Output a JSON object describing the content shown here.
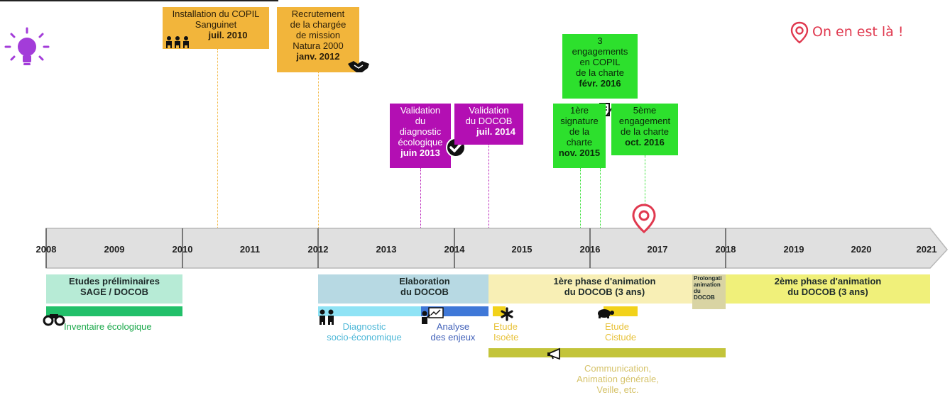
{
  "colors": {
    "orange": "#f2b53b",
    "purple": "#b30fb3",
    "green": "#2de02d",
    "axis": "#e0e0e0",
    "marker": "#e0394f",
    "phase_prelim": "#b7ebd6",
    "phase_elab": "#b7d9e3",
    "phase_anim1": "#f8efb5",
    "phase_prolong": "#d9d4a3",
    "phase_anim2": "#f0f07a"
  },
  "marker": {
    "label": "On en est là !",
    "icon": "location-pin-icon"
  },
  "events": {
    "copil": {
      "line1": "Installation du COPIL",
      "line2": "Sanguinet",
      "date": "juil. 2010",
      "icon": "meeting-people-icon"
    },
    "recruit": {
      "line1": "Recrutement",
      "line2": "de la chargée",
      "line3": "de mission",
      "line4": "Natura 2000",
      "date": "janv. 2012",
      "icon": "handshake-icon"
    },
    "diag": {
      "line1": "Validation",
      "line2": "du",
      "line3": "diagnostic",
      "line4": "écologique",
      "date": "juin 2013",
      "icon": "check-circle-icon"
    },
    "docob": {
      "line1": "Validation",
      "line2": "du DOCOB",
      "date": "juil. 2014"
    },
    "engage3": {
      "line1": "3",
      "line2": "engagements",
      "line3": "en COPIL",
      "line4": "de la charte",
      "date": "févr. 2016",
      "icon": "document-sign-icon"
    },
    "sign1": {
      "line1": "1ère",
      "line2": "signature",
      "line3": "de la",
      "line4": "charte",
      "date": "nov. 2015"
    },
    "engage5": {
      "line1": "5ème",
      "line2": "engagement",
      "line3": "de la charte",
      "date": "oct. 2016"
    }
  },
  "timeline": {
    "years": [
      "2008",
      "2009",
      "2010",
      "2011",
      "2012",
      "2013",
      "2014",
      "2015",
      "2016",
      "2017",
      "2018",
      "2019",
      "2020",
      "2021"
    ]
  },
  "phases": {
    "prelim": {
      "line1": "Etudes préliminaires",
      "line2": "SAGE / DOCOB"
    },
    "elab": {
      "line1": "Elaboration",
      "line2": "du DOCOB"
    },
    "anim1": {
      "line1": "1ère phase d'animation",
      "line2": "du DOCOB (3 ans)"
    },
    "prolong": {
      "line1": "Prolongati",
      "line2": "animation",
      "line3": "du",
      "line4": "DOCOB"
    },
    "anim2": {
      "line1": "2ème phase d'animation",
      "line2": "du DOCOB (3 ans)"
    }
  },
  "activities": {
    "inventaire": {
      "label": "Inventaire écologique",
      "icon": "binoculars-icon",
      "color": "#22c06a",
      "text_color": "#1aa84a"
    },
    "diagnostic": {
      "line1": "Diagnostic",
      "line2": "socio-économique",
      "icon": "people-icon",
      "color": "#8fe3f5",
      "text_color": "#4fb8d8"
    },
    "analyse": {
      "line1": "Analyse",
      "line2": "des enjeux",
      "icon": "presentation-icon",
      "color": "#3f78d8",
      "text_color": "#3f5fb8"
    },
    "isoete": {
      "line1": "Etude",
      "line2": "Isoète",
      "icon": "asterisk-plant-icon",
      "color": "#f2d21a",
      "text_color": "#e8c23a"
    },
    "cistude": {
      "line1": "Etude",
      "line2": "Cistude",
      "icon": "turtle-icon",
      "color": "#f2d21a",
      "text_color": "#e8c23a"
    },
    "communication": {
      "line1": "Communication,",
      "line2": "Animation générale,",
      "line3": "Veille, etc.",
      "icon": "megaphone-icon",
      "color": "#c3c43a",
      "text_color": "#d6c36a"
    }
  }
}
